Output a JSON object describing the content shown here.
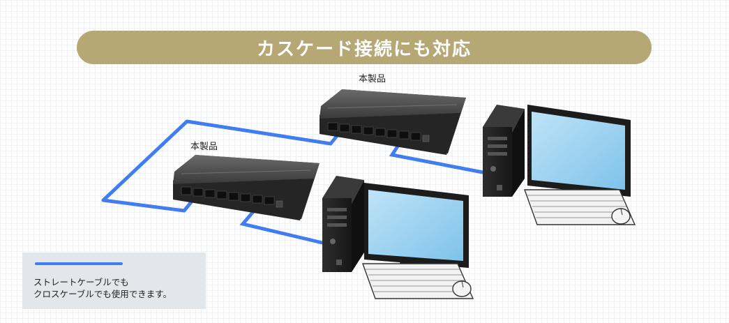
{
  "banner": {
    "title": "カスケード接続にも対応"
  },
  "devices": {
    "switch_top_label": "本製品",
    "switch_bottom_label": "本製品"
  },
  "legend": {
    "line1": "ストレートケーブルでも",
    "line2": "クロスケーブルでも使用できます。"
  },
  "colors": {
    "banner": "#b6a874",
    "cable": "#3f7df0",
    "legend_bg": "#e3e6ea"
  }
}
